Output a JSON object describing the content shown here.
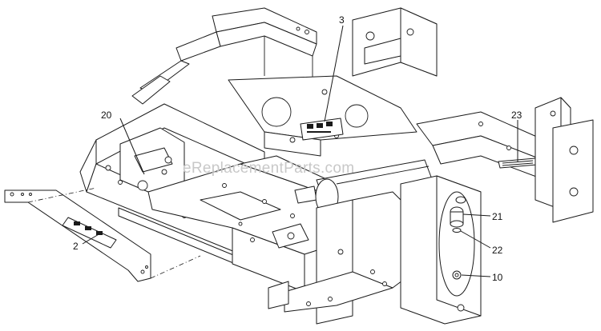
{
  "watermark": "eReplacementParts.com",
  "callouts": [
    {
      "id": "c3",
      "label": "3"
    },
    {
      "id": "c20",
      "label": "20"
    },
    {
      "id": "c23",
      "label": "23"
    },
    {
      "id": "c2",
      "label": "2"
    },
    {
      "id": "c21",
      "label": "21"
    },
    {
      "id": "c22",
      "label": "22"
    },
    {
      "id": "c10",
      "label": "10"
    }
  ],
  "colors": {
    "line": "#1a1a1a",
    "background": "#ffffff",
    "watermark": "#c8c8c8"
  }
}
